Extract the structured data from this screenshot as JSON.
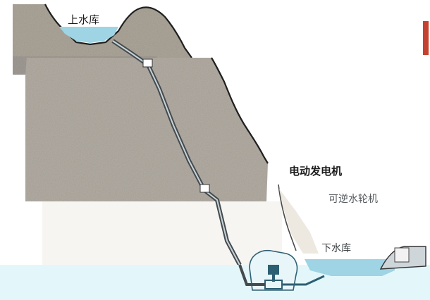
{
  "labels": {
    "upper_reservoir": "上水库",
    "motor_generator": "电动发电机",
    "reversible_turbine": "可逆水轮机",
    "lower_reservoir": "下水库"
  },
  "colors": {
    "rock": "#aea79c",
    "rock_outline": "#1f1f1f",
    "water": "#9ed4e3",
    "penstock": "#454a4e",
    "machinery": "#2d5f73",
    "accent_red": "#c4422f",
    "band_cyan": "#e3f7fb"
  }
}
